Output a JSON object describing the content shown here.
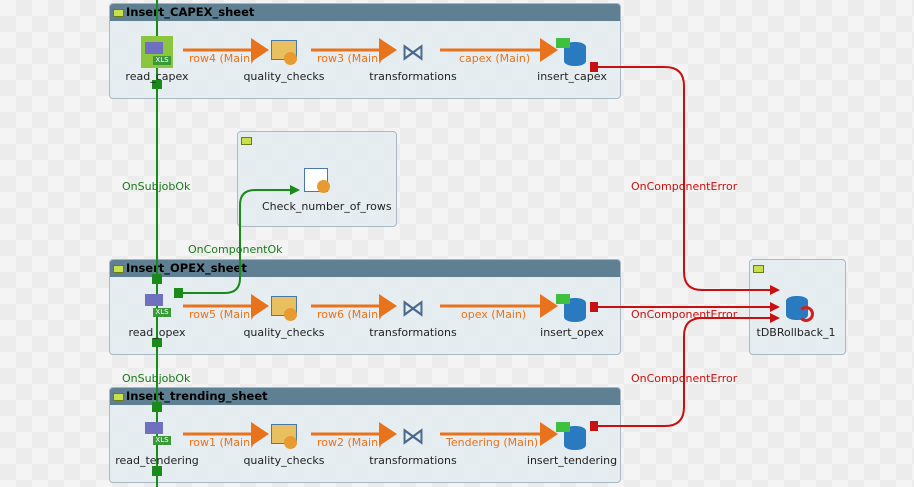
{
  "subjobs": [
    {
      "title": "Insert_CAPEX_sheet"
    },
    {
      "title": ""
    },
    {
      "title": "Insert_OPEX_sheet"
    },
    {
      "title": "Insert_trending_sheet"
    },
    {
      "title": ""
    }
  ],
  "components": {
    "read_capex": "read_capex",
    "qc1": "quality_checks",
    "tr1": "transformations",
    "insert_capex": "insert_capex",
    "check": "Check_number_of_rows",
    "read_opex": "read_opex",
    "qc2": "quality_checks",
    "tr2": "transformations",
    "insert_opex": "insert_opex",
    "read_tendering": "read_tendering",
    "qc3": "quality_checks",
    "tr3": "transformations",
    "insert_tendering": "insert_tendering",
    "rollback": "tDBRollback_1"
  },
  "links": {
    "row4": "row4 (Main)",
    "row3": "row3 (Main)",
    "capex": "capex (Main)",
    "row5": "row5 (Main)",
    "row6": "row6 (Main)",
    "opex": "opex (Main)",
    "row1": "row1 (Main)",
    "row2": "row2 (Main)",
    "tendering": "Tendering (Main)",
    "subjob_ok_1": "OnSubjobOk",
    "subjob_ok_2": "OnSubjobOk",
    "component_ok": "OnComponentOk",
    "error_1": "OnComponentError",
    "error_2": "OnComponentError",
    "error_3": "OnComponentError"
  },
  "colors": {
    "main": "#e8731c",
    "ok": "#1a8a1a",
    "error": "#c81010",
    "subjob_header": "#5f7f92"
  }
}
